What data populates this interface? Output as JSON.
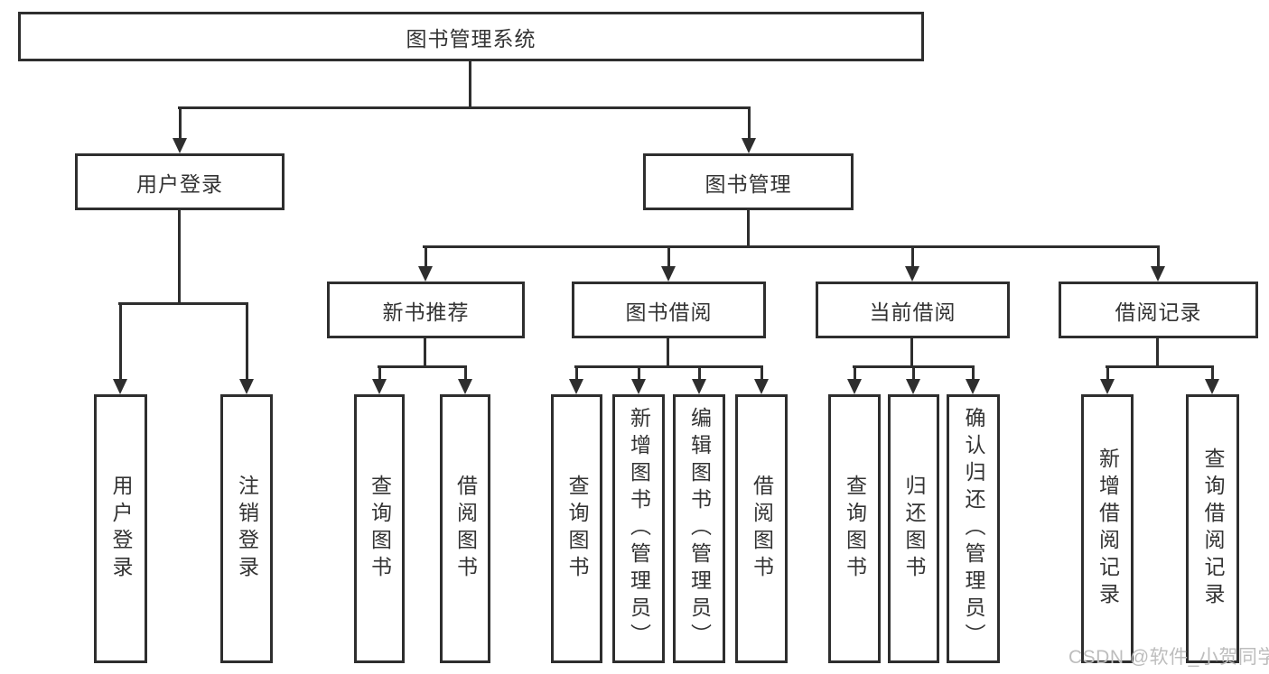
{
  "diagram_title": "图书管理系统",
  "tree": {
    "label": "图书管理系统",
    "children": [
      {
        "label": "用户登录",
        "children": [
          {
            "label": "用户登录"
          },
          {
            "label": "注销登录"
          }
        ]
      },
      {
        "label": "图书管理",
        "children": [
          {
            "label": "新书推荐",
            "children": [
              {
                "label": "查询图书"
              },
              {
                "label": "借阅图书"
              }
            ]
          },
          {
            "label": "图书借阅",
            "children": [
              {
                "label": "查询图书"
              },
              {
                "label": "新增图书（管理员）"
              },
              {
                "label": "编辑图书（管理员）"
              },
              {
                "label": "借阅图书"
              }
            ]
          },
          {
            "label": "当前借阅",
            "children": [
              {
                "label": "查询图书"
              },
              {
                "label": "归还图书"
              },
              {
                "label": "确认归还（管理员）"
              }
            ]
          },
          {
            "label": "借阅记录",
            "children": [
              {
                "label": "新增借阅记录"
              },
              {
                "label": "查询借阅记录"
              }
            ]
          }
        ]
      }
    ]
  },
  "watermark": "CSDN @软件_小贺同学",
  "colors": {
    "background": "#ffffff",
    "line": "#2e2e2e",
    "text": "#333333",
    "watermark": "#bdbdbd"
  }
}
